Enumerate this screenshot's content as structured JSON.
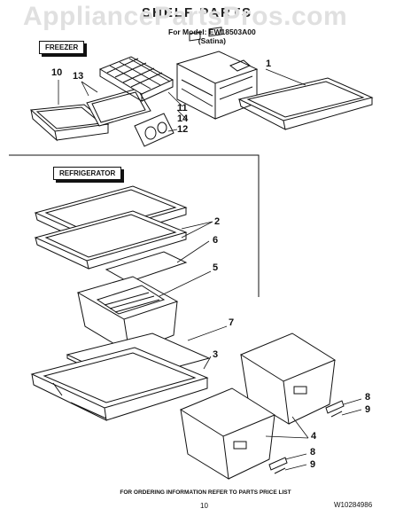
{
  "watermark": "AppliancePartsPros.com",
  "header": {
    "title": "SHELF PARTS",
    "model_line": "For Model: EW18503A00",
    "model_suffix": "(Satina)"
  },
  "sections": {
    "freezer": "FREEZER",
    "refrigerator": "REFRIGERATOR"
  },
  "callouts": {
    "c1": "1",
    "c2": "2",
    "c3": "3",
    "c4": "4",
    "c5": "5",
    "c6": "6",
    "c7": "7",
    "c8a": "8",
    "c8b": "8",
    "c9a": "9",
    "c9b": "9",
    "c10": "10",
    "c11": "11",
    "c12": "12",
    "c13": "13",
    "c14": "14"
  },
  "footer": {
    "ordering_info": "FOR ORDERING INFORMATION REFER TO PARTS PRICE LIST",
    "page_number": "10",
    "document_number": "W10284986"
  }
}
